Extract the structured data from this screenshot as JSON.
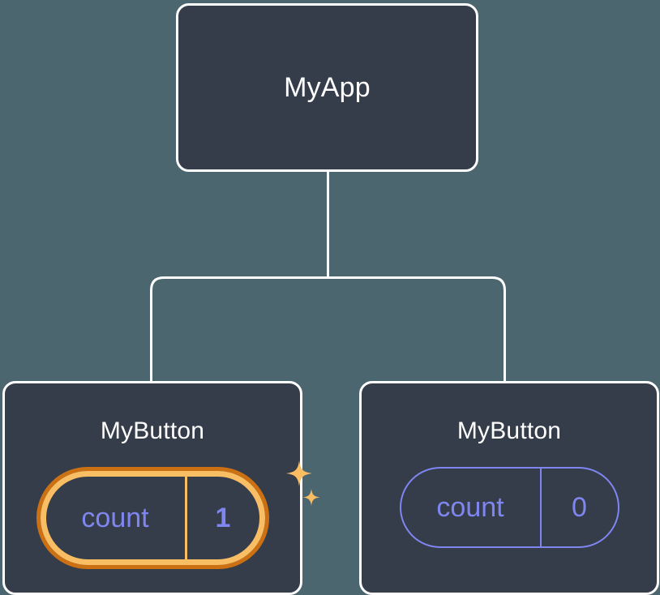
{
  "diagram": {
    "type": "component-tree",
    "background_color": "#4c6670",
    "node_fill_color": "#353c4a",
    "node_border_color": "#ffffff",
    "connector_color": "#ffffff",
    "state_accent_color": "#8086f0",
    "highlight_inner_color": "#f9be64",
    "highlight_outer_color": "#cc7014",
    "root": {
      "title": "MyApp"
    },
    "children": [
      {
        "title": "MyButton",
        "state": {
          "key": "count",
          "value": "1"
        },
        "highlighted": true,
        "sparkle_icons": [
          "sparkle-large-icon",
          "sparkle-small-icon"
        ]
      },
      {
        "title": "MyButton",
        "state": {
          "key": "count",
          "value": "0"
        },
        "highlighted": false,
        "sparkle_icons": []
      }
    ]
  }
}
